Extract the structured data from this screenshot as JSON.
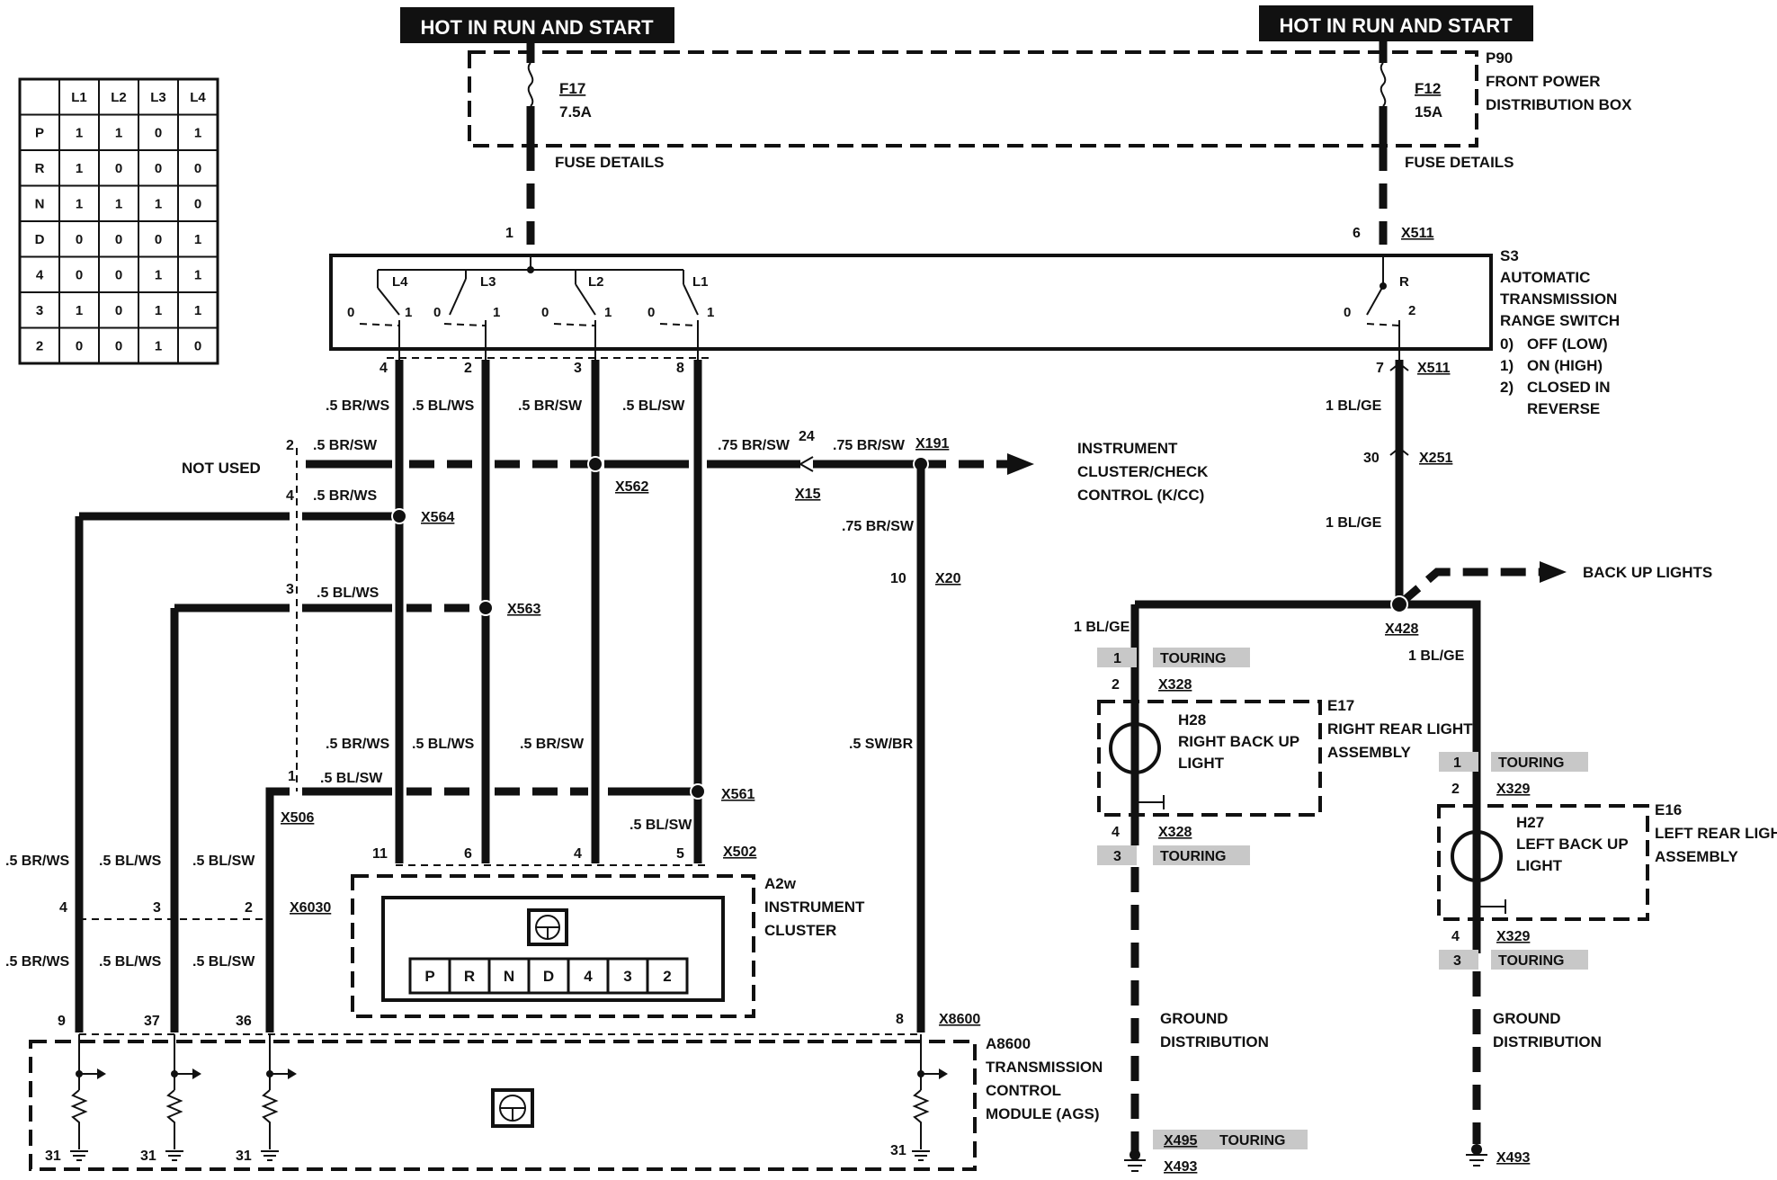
{
  "headers": [
    "HOT IN RUN AND START",
    "HOT IN RUN AND START"
  ],
  "fuse_box": {
    "id": "P90",
    "name_lines": [
      "FRONT POWER",
      "DISTRIBUTION BOX"
    ],
    "fuses": [
      {
        "id": "F17",
        "rating": "7.5A",
        "details": "FUSE DETAILS"
      },
      {
        "id": "F12",
        "rating": "15A",
        "details": "FUSE DETAILS"
      }
    ]
  },
  "switch": {
    "id": "S3",
    "name_lines": [
      "AUTOMATIC",
      "TRANSMISSION",
      "RANGE SWITCH"
    ],
    "states": [
      {
        "num": "0)",
        "text": "OFF (LOW)"
      },
      {
        "num": "1)",
        "text": "ON (HIGH)"
      },
      {
        "num": "2)",
        "text": "CLOSED IN"
      },
      {
        "num": "",
        "text": "REVERSE"
      }
    ],
    "contacts": [
      "L4",
      "L3",
      "L2",
      "L1",
      "R"
    ],
    "positions": [
      "0",
      "1",
      "2"
    ],
    "pins_top": [
      "1",
      "6"
    ],
    "pins_bottom": [
      "4",
      "2",
      "3",
      "8",
      "7"
    ],
    "connector": "X511"
  },
  "truth_table": {
    "headers": [
      "",
      "L1",
      "L2",
      "L3",
      "L4"
    ],
    "rows": [
      [
        "P",
        "1",
        "1",
        "0",
        "1"
      ],
      [
        "R",
        "1",
        "0",
        "0",
        "0"
      ],
      [
        "N",
        "1",
        "1",
        "1",
        "0"
      ],
      [
        "D",
        "0",
        "0",
        "0",
        "1"
      ],
      [
        "4",
        "0",
        "0",
        "1",
        "1"
      ],
      [
        "3",
        "1",
        "0",
        "1",
        "1"
      ],
      [
        "2",
        "0",
        "0",
        "1",
        "0"
      ]
    ]
  },
  "wire_labels": {
    "br_ws": ".5 BR/WS",
    "bl_ws": ".5 BL/WS",
    "br_sw": ".5 BR/SW",
    "bl_sw": ".5 BL/SW",
    "br_sw_75": ".75 BR/SW",
    "sw_br": ".5 SW/BR",
    "bl_ge": "1 BL/GE"
  },
  "connectors": {
    "x564": "X564",
    "x563": "X563",
    "x562": "X562",
    "x561": "X561",
    "x506": "X506",
    "x502": "X502",
    "x6030": "X6030",
    "x15": "X15",
    "x191": "X191",
    "x20": "X20",
    "x8600": "X8600",
    "x251": "X251",
    "x428": "X428",
    "x328": "X328",
    "x329": "X329",
    "x495": "X495",
    "x493": "X493"
  },
  "pins": {
    "p2": "2",
    "p4": "4",
    "p3": "3",
    "p1": "1",
    "p24": "24",
    "p10": "10",
    "p8": "8",
    "p30": "30",
    "p11": "11",
    "p6": "6",
    "p5": "5",
    "p9": "9",
    "p37": "37",
    "p36": "36",
    "p31": "31",
    "p7": "7"
  },
  "labels": {
    "not_used": "NOT USED",
    "cluster_check_lines": [
      "INSTRUMENT",
      "CLUSTER/CHECK",
      "CONTROL (K/CC)"
    ],
    "backup_lights": "BACK UP LIGHTS",
    "touring": "TOURING",
    "ground_lines": [
      "GROUND",
      "DISTRIBUTION"
    ]
  },
  "cluster": {
    "id": "A2w",
    "name_lines": [
      "INSTRUMENT",
      "CLUSTER"
    ],
    "gear_display": [
      "P",
      "R",
      "N",
      "D",
      "4",
      "3",
      "2"
    ]
  },
  "tcm": {
    "id": "A8600",
    "name_lines": [
      "TRANSMISSION",
      "CONTROL",
      "MODULE (AGS)"
    ]
  },
  "right_light": {
    "id": "E17",
    "name_lines": [
      "RIGHT REAR LIGHT",
      "ASSEMBLY"
    ],
    "lamp_id": "H28",
    "lamp_lines": [
      "RIGHT BACK UP",
      "LIGHT"
    ]
  },
  "left_light": {
    "id": "E16",
    "name_lines": [
      "LEFT REAR LIGHT",
      "ASSEMBLY"
    ],
    "lamp_id": "H27",
    "lamp_lines": [
      "LEFT BACK UP",
      "LIGHT"
    ]
  }
}
